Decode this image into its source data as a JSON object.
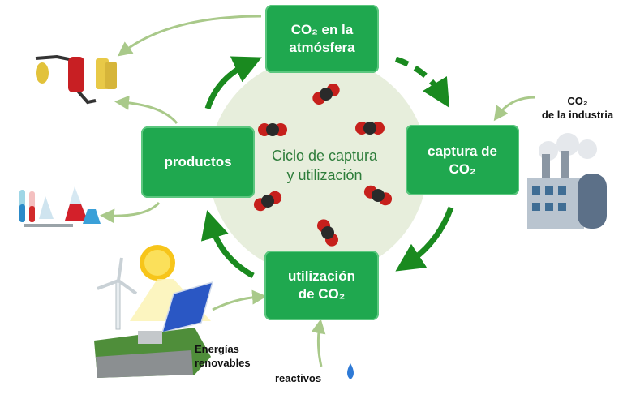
{
  "diagram": {
    "center": {
      "line1": "Ciclo de captura",
      "line2": "y utilización"
    },
    "nodes": {
      "atmosphere": {
        "line1": "CO₂ en la",
        "line2": "atmósfera"
      },
      "capture": {
        "line1": "captura de",
        "line2": "CO₂"
      },
      "utilization": {
        "line1": "utilización",
        "line2": "de CO₂"
      },
      "products": {
        "line1": "productos"
      }
    },
    "inputs": {
      "industry": {
        "line1": "CO₂",
        "line2": "de la industria"
      },
      "renewables": {
        "line1": "Energías",
        "line2": "renovables"
      },
      "reagents": {
        "line1": "reactivos"
      }
    }
  },
  "colors": {
    "node_fill": "#1fa84f",
    "cycle_arrow": "#1a8a1f",
    "input_arrow": "#a9c98a",
    "center_circle": "#e7eedc",
    "center_text": "#2e7d3b"
  },
  "icons": [
    "co2-molecule-icon",
    "fuel-pump-icon",
    "lab-glassware-icon",
    "factory-icon",
    "wind-turbine-icon",
    "sun-icon",
    "solar-panel-icon",
    "dam-icon",
    "water-drop-icon"
  ]
}
